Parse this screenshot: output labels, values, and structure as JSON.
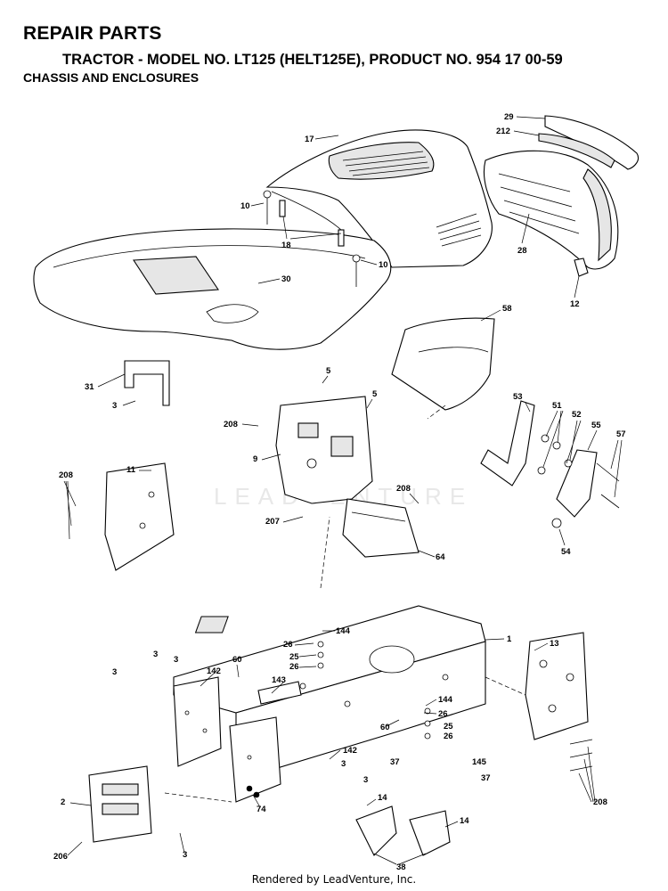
{
  "header": {
    "title": "REPAIR PARTS",
    "subtitle": "TRACTOR - MODEL NO. LT125 (HELT125E), PRODUCT NO. 954 17 00-59",
    "section": "CHASSIS AND ENCLOSURES"
  },
  "watermark": "LEADVENTURE",
  "footer": "Rendered by LeadVenture, Inc.",
  "callouts": {
    "c17": "17",
    "c29": "29",
    "c212": "212",
    "c10a": "10",
    "c18": "18",
    "c28": "28",
    "c10b": "10",
    "c30": "30",
    "c12": "12",
    "c58": "58",
    "c5a": "5",
    "c5b": "5",
    "c31": "31",
    "c3a": "3",
    "c208a": "208",
    "c9": "9",
    "c53": "53",
    "c51": "51",
    "c52": "52",
    "c55": "55",
    "c57": "57",
    "c208b": "208",
    "c11": "11",
    "c208c": "208",
    "c207": "207",
    "c64": "64",
    "c54": "54",
    "c1": "1",
    "c144a": "144",
    "c26a": "26",
    "c25a": "25",
    "c26b": "26",
    "c13": "13",
    "c3b": "3",
    "c3c": "3",
    "c3d": "3",
    "c142a": "142",
    "c60a": "60",
    "c143": "143",
    "c144b": "144",
    "c26c": "26",
    "c25b": "25",
    "c26d": "26",
    "c60b": "60",
    "c37a": "37",
    "c142b": "142",
    "c3e": "3",
    "c145": "145",
    "c37b": "37",
    "c3f": "3",
    "c208d": "208",
    "c2": "2",
    "c74": "74",
    "c14a": "14",
    "c14b": "14",
    "c206": "206",
    "c3g": "3",
    "c38": "38"
  }
}
